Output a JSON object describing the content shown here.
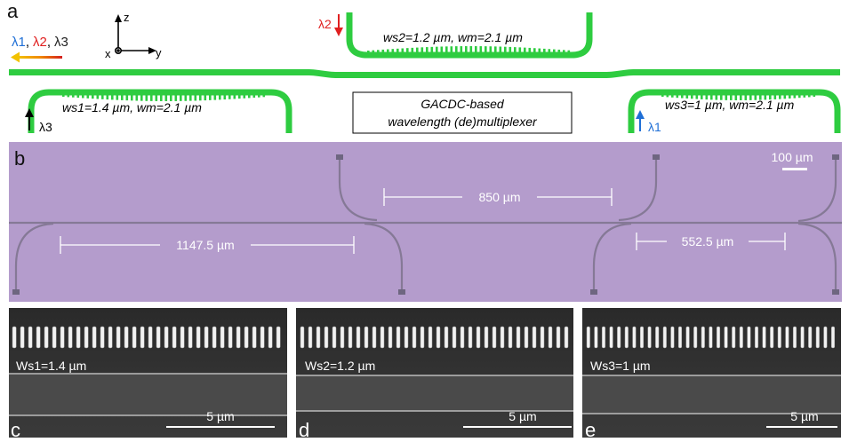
{
  "panel_a": {
    "letter": "a",
    "axes": {
      "z": "z",
      "x": "x",
      "y": "y"
    },
    "wavelength_legend": {
      "l1": "λ1",
      "l2": "λ2",
      "l3": "λ3",
      "sep": ",",
      "colors": {
        "l1": "#1f6fd6",
        "l2": "#e02020",
        "l3": "#222222"
      }
    },
    "coupler1": {
      "label": "ws1=1.4 µm,  wm=2.1 µm",
      "port": "λ3",
      "port_color": "#000000"
    },
    "coupler2": {
      "label": "ws2=1.2 µm,  wm=2.1 µm",
      "port": "λ2",
      "port_color": "#e02020"
    },
    "coupler3": {
      "label": "ws3=1 µm,  wm=2.1 µm",
      "port": "λ1",
      "port_color": "#1f6fd6"
    },
    "box": {
      "line1": "GACDC-based",
      "line2": "wavelength (de)multiplexer"
    },
    "waveguide_color": "#2ecc40"
  },
  "panel_b": {
    "letter": "b",
    "scale_bar": "100 µm",
    "distances": {
      "d1": "1147.5 µm",
      "d2": "850 µm",
      "d3": "552.5 µm"
    },
    "background_color": "#b49ccc"
  },
  "sem_panels": [
    {
      "letter": "c",
      "width_label": "Ws1=1.4 µm",
      "scale": "5 µm"
    },
    {
      "letter": "d",
      "width_label": "Ws2=1.2 µm",
      "scale": "5 µm"
    },
    {
      "letter": "e",
      "width_label": "Ws3=1 µm",
      "scale": "5 µm"
    }
  ]
}
